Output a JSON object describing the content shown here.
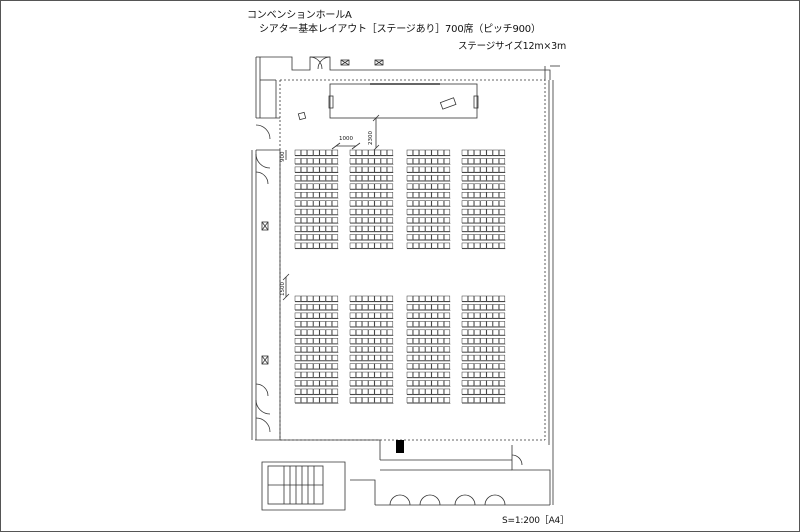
{
  "header": {
    "hall_name": "コンベンションホールA",
    "layout_title": "シアター基本レイアウト［ステージあり］700席（ピッチ900）",
    "stage_size": "ステージサイズ12m×3m"
  },
  "footer": {
    "scale": "S=1:200［A4］"
  },
  "dimensions": {
    "aisle_width": "1000",
    "stage_clearance": "2300",
    "row_pitch": "900",
    "cross_aisle": "1500"
  },
  "seating": {
    "total_seats": 700,
    "blocks": 4,
    "seats_per_row_per_block": 7,
    "rows_front_section": 12,
    "rows_rear_section": 13
  },
  "colors": {
    "line": "#333333",
    "seat_fill": "#ffffff",
    "stage_fill": "#ffffff",
    "door_mark": "#000000"
  },
  "icons": {
    "wall_pillar": "crossed-box-icon",
    "door": "door-swing-icon",
    "stairs": "stairs-icon"
  }
}
